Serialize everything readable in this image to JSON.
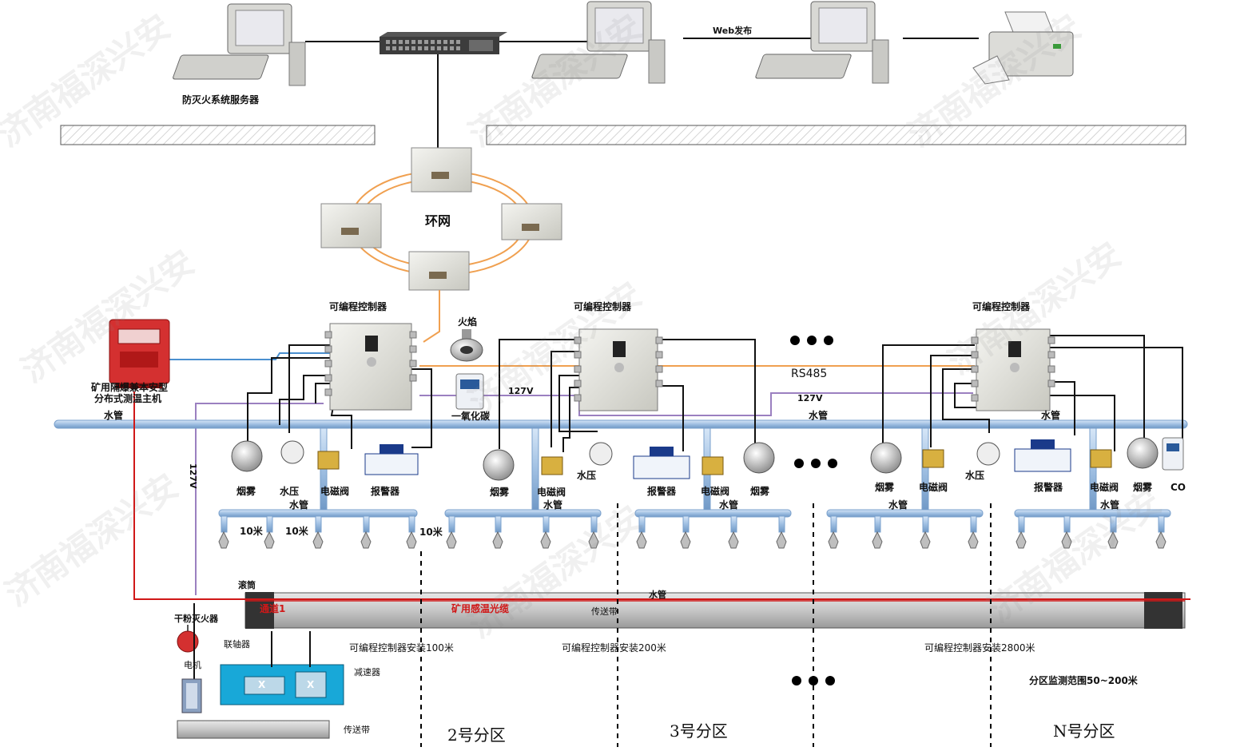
{
  "watermark": "济南福深兴安",
  "top": {
    "server_label": "防灭火系统服务器",
    "web_label": "Web发布"
  },
  "ring": {
    "label": "环网"
  },
  "controllers": {
    "plc_label": "可编程控制器",
    "host_label_1": "矿用隔爆兼本安型",
    "host_label_2": "分布式测温主机"
  },
  "buses": {
    "rs485": "RS485",
    "v127": "127V",
    "water_pipe": "水管"
  },
  "sensors": {
    "flame": "火焰",
    "co_text": "一氧化碳",
    "smoke": "烟雾",
    "water_pressure": "水压",
    "solenoid": "电磁阀",
    "alarm": "报警器",
    "co": "CO",
    "pipe": "水管",
    "spacing": "10米"
  },
  "belt": {
    "roller": "滚筒",
    "pipe": "水管",
    "channel": "通道1",
    "cable": "矿用感温光缆",
    "conveyor": "传送带",
    "extinguisher": "干粉灭火器",
    "coupling": "联轴器",
    "motor": "电机",
    "reducer": "减速器",
    "conveyor_bottom": "传送带"
  },
  "installs": {
    "i1": "可编程控制器安装100米",
    "i2": "可编程控制器安装200米",
    "i3": "可编程控制器安装2800米",
    "range": "分区监测范围50~200米"
  },
  "zones": {
    "z2": "2号分区",
    "z3": "3号分区",
    "zn": "N号分区"
  },
  "colors": {
    "water_pipe": "#a9c6e6",
    "rs485": "#f0a050",
    "power": "#9b80c0",
    "fiber": "#d01818",
    "reducer": "#18a8d8"
  },
  "icons": [
    "computer-icon",
    "network-switch-icon",
    "printer-icon",
    "ring-node-icon",
    "plc-controller-icon",
    "host-icon",
    "flame-sensor-icon",
    "co-sensor-icon",
    "smoke-sensor-icon",
    "pressure-sensor-icon",
    "solenoid-valve-icon",
    "alarm-panel-icon",
    "sprinkler-nozzle-icon",
    "extinguisher-icon",
    "motor-icon",
    "reducer-icon"
  ]
}
